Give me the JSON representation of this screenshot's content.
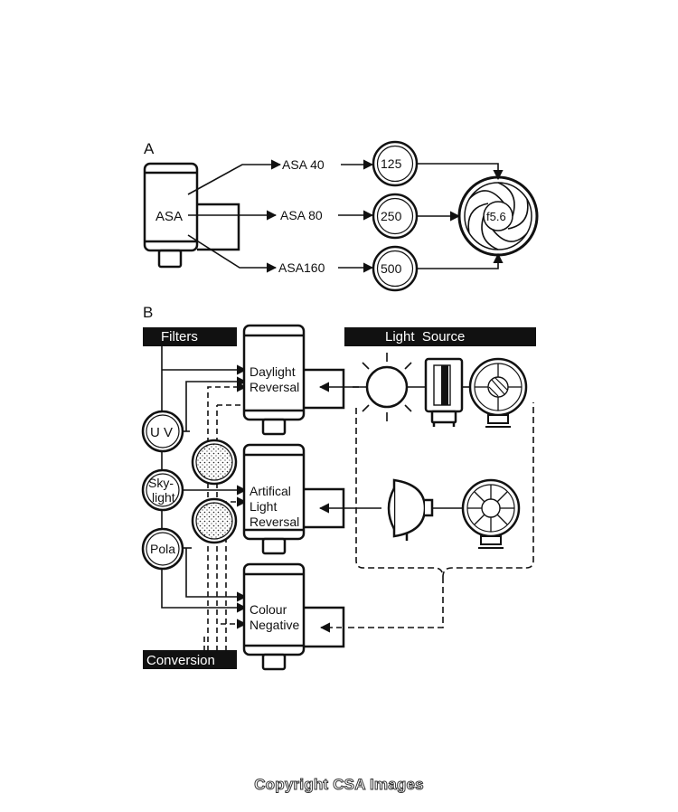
{
  "panel_a": {
    "label": "A",
    "film_label": "ASA",
    "speeds": [
      "ASA 40",
      "ASA 80",
      "ASA160"
    ],
    "shutters": [
      "125",
      "250",
      "500"
    ],
    "aperture": "f5.6"
  },
  "panel_b": {
    "label": "B",
    "filters_title": "Filters",
    "light_source_title": "Light  Source",
    "conversion_title": "Conversion",
    "filters": [
      "U V",
      "Sky-",
      "light",
      "Pola"
    ],
    "film_types": [
      [
        "Daylight",
        "Reversal"
      ],
      [
        "Artifical",
        "Light",
        "Reversal"
      ],
      [
        "Colour",
        "Negative"
      ]
    ]
  },
  "watermark": "Copyright CSA Images"
}
